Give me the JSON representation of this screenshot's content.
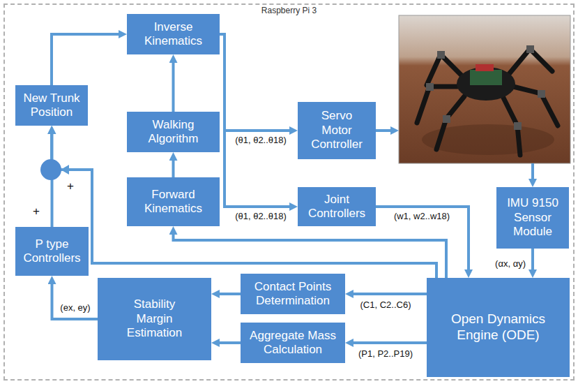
{
  "diagram": {
    "nodes": [
      {
        "text": [
          "Raspberry Pi 3"
        ]
      },
      {
        "text": [
          "Inverse Kinematics"
        ],
        "in": 0
      },
      {
        "text": [
          "New Trunk Position"
        ],
        "in": 0
      },
      {
        "text": [
          "Walking Algorithm"
        ],
        "in": 0
      },
      {
        "text": [
          "Servo Motor Controller"
        ],
        "in": 0
      },
      {
        "text": [
          "Forward Kinematics"
        ],
        "in": 0
      },
      {
        "text": [
          "Joint Controllers"
        ],
        "in": 0
      },
      {
        "text": [
          "IMU 9150 Sensor Module"
        ],
        "in": 0
      },
      {
        "text": [
          "P type Controllers"
        ],
        "in": 0
      },
      {
        "text": [
          "Stability Margin Estimation"
        ],
        "in": 0
      },
      {
        "text": [
          "Contact Points Determination"
        ],
        "in": 0
      },
      {
        "text": [
          "Open Dynamics Engine (ODE)"
        ],
        "in": 0
      },
      {
        "text": [
          "Aggregate Mass Calculation"
        ],
        "in": 0
      }
    ],
    "edges": [
      {
        "from": 2,
        "to": 1,
        "arrow": "to"
      },
      {
        "from": 3,
        "to": 1,
        "arrow": "to"
      },
      {
        "from": 5,
        "to": 3,
        "arrow": "to"
      },
      {
        "from": 1,
        "to": 4,
        "label": "(θ1, θ2..θ18)",
        "arrow": "to"
      },
      {
        "from": 1,
        "to": 6,
        "label": "(θ1, θ2..θ18)",
        "arrow": "to"
      },
      {
        "from": 6,
        "to": 11,
        "label": "(w1, w2..w18)",
        "arrow": "to"
      },
      {
        "from": 7,
        "to": 11,
        "label": "(αx, αy)",
        "arrow": "to"
      },
      {
        "from": 11,
        "to": 10,
        "label": "(C1, C2..C6)",
        "arrow": "to"
      },
      {
        "from": 11,
        "to": 12,
        "label": "(P1, P2..P19)",
        "arrow": "to"
      },
      {
        "from": 10,
        "to": 9,
        "arrow": "to"
      },
      {
        "from": 12,
        "to": 9,
        "arrow": "to"
      },
      {
        "from": 9,
        "to": 8,
        "label": "(ex, ey)",
        "arrow": "to"
      },
      {
        "from": 8,
        "to": 2,
        "arrow": "to"
      },
      {
        "from": 11,
        "to": 2,
        "arrow": "to"
      },
      {
        "from": 11,
        "to": 5,
        "arrow": "to"
      }
    ],
    "labels": [
      "+",
      "+"
    ]
  }
}
